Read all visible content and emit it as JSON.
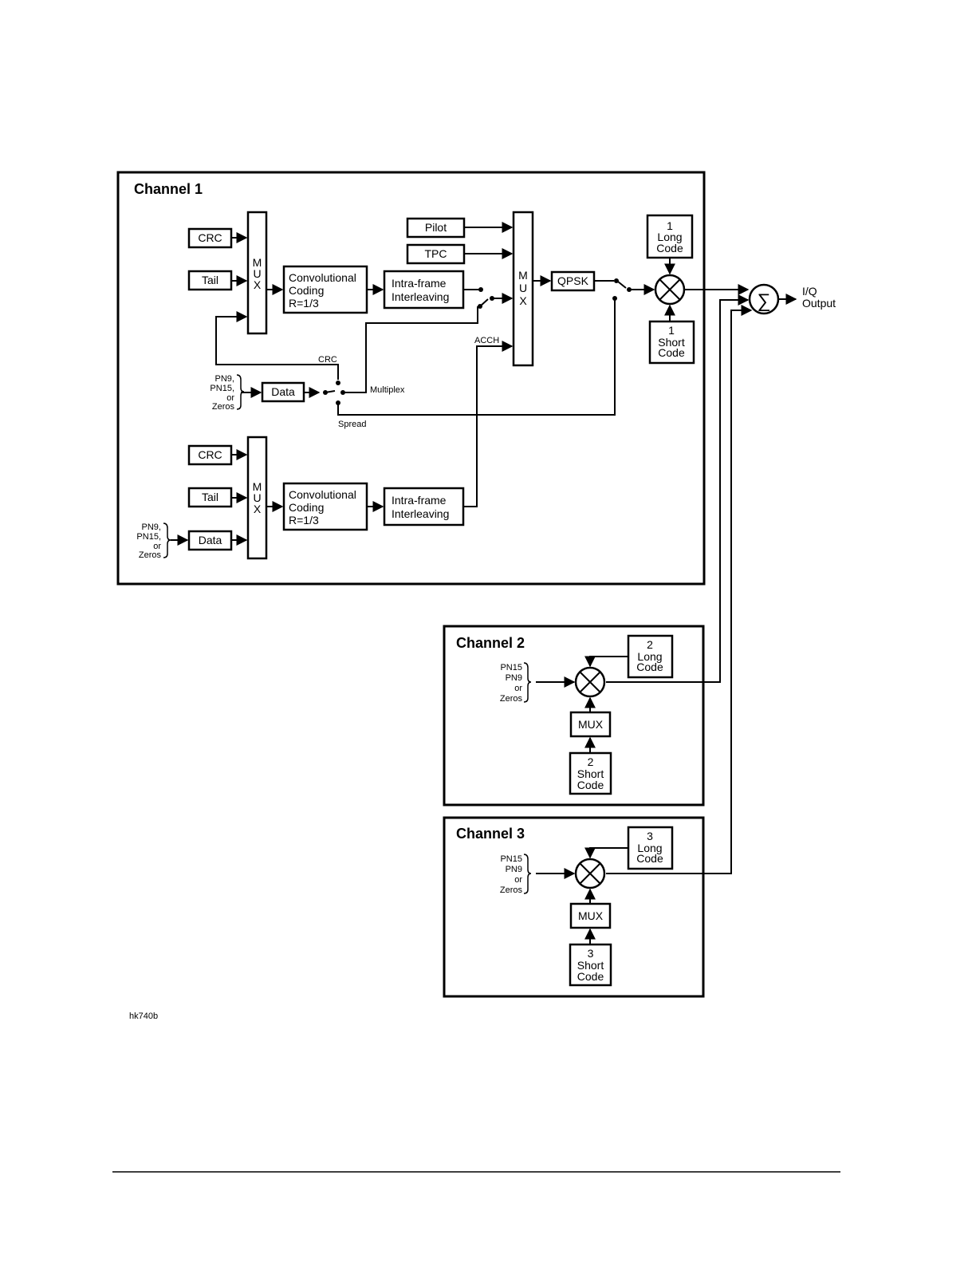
{
  "channel1": {
    "title": "Channel 1",
    "upper": {
      "crc": "CRC",
      "tail": "Tail",
      "mux": [
        "M",
        "U",
        "X"
      ],
      "conv": [
        "Convolutional",
        "Coding",
        "R=1/3"
      ],
      "interleave": [
        "Intra-frame",
        "Interleaving"
      ]
    },
    "pilot": "Pilot",
    "tpc": "TPC",
    "mux_main": [
      "M",
      "U",
      "X"
    ],
    "qpsk": "QPSK",
    "acch": "ACCH",
    "long_code": [
      "1",
      "Long",
      "Code"
    ],
    "short_code": [
      "1",
      "Short",
      "Code"
    ],
    "data_source": [
      "PN9,",
      "PN15,",
      "or",
      "Zeros"
    ],
    "data": "Data",
    "switch_labels": {
      "crc": "CRC",
      "multiplex": "Multiplex",
      "spread": "Spread"
    },
    "lower": {
      "crc": "CRC",
      "tail": "Tail",
      "data": "Data",
      "data_source": [
        "PN9,",
        "PN15,",
        "or",
        "Zeros"
      ],
      "mux": [
        "M",
        "U",
        "X"
      ],
      "conv": [
        "Convolutional",
        "Coding",
        "R=1/3"
      ],
      "interleave": [
        "Intra-frame",
        "Interleaving"
      ]
    }
  },
  "sum_symbol": "∑",
  "output": [
    "I/Q",
    "Output"
  ],
  "channel2": {
    "title": "Channel 2",
    "source": [
      "PN15",
      "PN9",
      "or",
      "Zeros"
    ],
    "long_code": [
      "2",
      "Long",
      "Code"
    ],
    "mux": "MUX",
    "short_code": [
      "2",
      "Short",
      "Code"
    ]
  },
  "channel3": {
    "title": "Channel 3",
    "source": [
      "PN15",
      "PN9",
      "or",
      "Zeros"
    ],
    "long_code": [
      "3",
      "Long",
      "Code"
    ],
    "mux": "MUX",
    "short_code": [
      "3",
      "Short",
      "Code"
    ]
  },
  "figure_id": "hk740b"
}
